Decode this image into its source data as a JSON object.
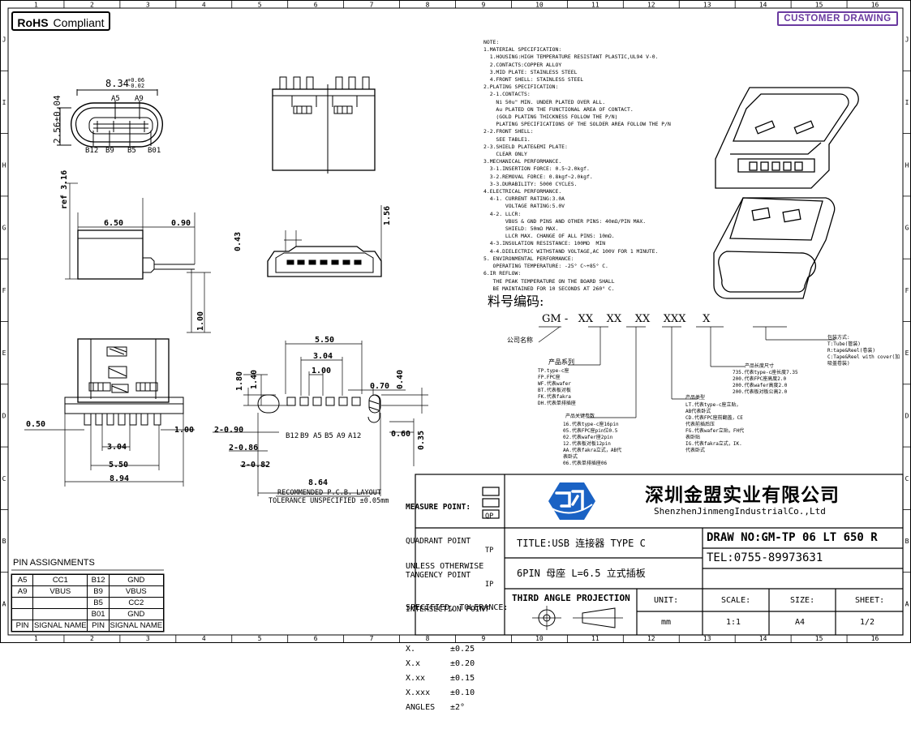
{
  "header": {
    "rohs_bold": "RoHS",
    "rohs_rest": "Compliant",
    "customer_drawing": "CUSTOMER DRAWING"
  },
  "frame": {
    "cols": [
      "1",
      "2",
      "3",
      "4",
      "5",
      "6",
      "7",
      "8",
      "9",
      "10",
      "11",
      "12",
      "13",
      "14",
      "15",
      "16"
    ],
    "rows": [
      "J",
      "I",
      "H",
      "G",
      "F",
      "E",
      "D",
      "C",
      "B",
      "A"
    ]
  },
  "top_view": {
    "width_dim": "8.34",
    "width_tol_plus": "+0.06",
    "width_tol_minus": "-0.02",
    "height_dim": "2.56±0.04",
    "top_pins": [
      "A5",
      "A9"
    ],
    "bottom_pins": [
      "B12",
      "B9",
      "B5",
      "B01"
    ]
  },
  "side_view": {
    "ref_dim": "ref 3.16",
    "dim_650": "6.50",
    "dim_090": "0.90",
    "dim_156": "1.56",
    "dim_100": "1.00"
  },
  "front_view": {
    "dim_043": "0.43"
  },
  "bottom_view": {
    "dim_050": "0.50",
    "dim_100": "1.00",
    "dim_304": "3.04",
    "dim_550": "5.50",
    "dim_894": "8.94"
  },
  "pcb_layout": {
    "dim_550": "5.50",
    "dim_304": "3.04",
    "dim_100": "1.00",
    "dim_180": "1.80",
    "dim_140": "1.40",
    "dim_070": "0.70",
    "dim_040": "0.40",
    "dim_060": "0.60",
    "dim_035": "0.35",
    "dim_2_090": "2-0.90",
    "dim_2_086": "2-0.86",
    "dim_2_082": "2-0.82",
    "dim_864": "8.64",
    "pins": [
      "B12",
      "B9",
      "A5",
      "B5",
      "A9",
      "A12"
    ],
    "label": "RECOMMENDED  P.C.B. LAYOUT",
    "tolerance": "TOLERANCE UNSPECIFIED ±0.05mm"
  },
  "notes": {
    "text": "NOTE:\n1.MATERIAL SPECIFICATION:\n  1.HOUSING:HIGH TEMPERATURE RESISTANT PLASTIC,UL94 V-0.\n  2.CONTACTS:COPPER ALLOY\n  3.MID PLATE: STAINLESS STEEL\n  4.FRONT SHELL: STAINLESS STEEL\n2.PLATING SPECIFICATION:\n  2-1.CONTACTS:\n    Ni 50u\" MIN. UNDER PLATED OVER ALL.\n    Au PLATED ON THE FUNCTIONAL AREA OF CONTACT.\n    (GOLD PLATING THICKNESS FOLLOW THE P/N)\n    PLATING SPECIFICATIONS OF THE SOLDER AREA FOLLOW THE P/N\n2-2.FRONT SHELL:\n    SEE TABLE1.\n2-3.SHIELD PLATE&EMI PLATE:\n    CLEAR ONLY\n3.MECHANICAL PERFORMANCE.\n  3-1.INSERTION FORCE: 0.5~2.0kgf.\n  3-2.REMOVAL FORCE: 0.8kgf~2.0kgf.\n  3-3.DURABILITY: 5000 CYCLES.\n4.ELECTRICAL PERFORMANCE.\n  4-1. CURRENT RATING:3.0A\n       VOLTAGE RATING:5.0V\n  4-2. LLCR:\n       VBUS & GND PINS AND OTHER PINS: 40mΩ/PIN MAX.\n       SHIELD: 50mΩ MAX.\n       LLCR MAX. CHANGE OF ALL PINS: 10mΩ.\n  4-3.INSULATION RESISTANCE: 100MΩ  MIN\n  4-4.DIELECTRIC WITHSTAND VOLTAGE,AC 100V FOR 1 MINUTE.\n5. ENVIRONMENTAL PERFORMANCE:\n   OPERATING TEMPERATURE: -25° C~+85° C.\n6.IR REFLOW:\n   THE PEAK TEMPERATURE ON THE BOARD SHALL\n   BE MAINTAINED FOR 10 SECONDS AT 260° C."
  },
  "part_number": {
    "title": "料号编码:",
    "code": "GM -   XX    XX    XX    XXX     X",
    "company_name": "公司名称",
    "series_title": "产品系列",
    "series_list": "TP.type-c座\nFP.FPC座\nWF.代表wafer\nBT.代表板对板\nFK.代表fakra\nDH.代表单排插座",
    "keyparam_title": "产品关键参数",
    "keyparam_list": "16.代表type-c座16pin\n05.代表FPC座pin位0.5\n02.代表wafer座2pin\n12.代表板对板12pin\nAA.代表fakra立式，AB代\n表卧式\n06.代表单排插座06",
    "type_title": "产品类型",
    "type_list": "LT.代表type-c座立贴，\nAB代表卧式\nCD.代表FPC座前翻盖，CE\n代表前插后压\nFG.代表wafer立贴，FH代\n表卧贴\nIG.代表fakra立式，IK.\n代表卧式",
    "length_title": "产品长度尺寸",
    "length_list": "735.代表type-c座长度7.35\n200.代表FPC座高度2.0\n200.代表wafer高度2.0\n200.代表板对板公高2.0",
    "pack_title": "包装方式:",
    "pack_list": "T:Tube(管装)\nR:tape&Reel(卷装)\nC:Tape&Reel with cover(加\n吸盖卷装)"
  },
  "legend": {
    "measure": "MEASURE POINT:",
    "quadrant": "QUADRANT POINT",
    "quadrant_code": "QP",
    "tangency": "TANGENCY POINT",
    "tangency_code": "TP",
    "intersection": "INTERSECTION POINT",
    "intersection_code": "IP"
  },
  "company": {
    "name_cn": "深圳金盟实业有限公司",
    "name_en": "ShenzhenJinmengIndustrialCo.,Ltd",
    "brand_color": "#1a62c4"
  },
  "title_block": {
    "unless": "UNLESS OTHERWISE",
    "specified": "SPECIFIED, TOLERANCE:",
    "tolerances": [
      {
        "label": "X.",
        "value": "±0.25"
      },
      {
        "label": "X.x",
        "value": "±0.20"
      },
      {
        "label": "X.xx",
        "value": "±0.15"
      },
      {
        "label": "X.xxx",
        "value": "±0.10"
      },
      {
        "label": "ANGLES",
        "value": "±2°"
      }
    ],
    "title_line1": "TITLE:USB 连接器 TYPE C",
    "title_line2": "6PIN 母座 L=6.5 立式插板",
    "draw_no": "DRAW NO:GM-TP 06 LT 650 R",
    "tel": "TEL:0755-89973631",
    "projection": "THIRD ANGLE PROJECTION",
    "unit_label": "UNIT:",
    "unit_value": "mm",
    "scale_label": "SCALE:",
    "scale_value": "1:1",
    "size_label": "SIZE:",
    "size_value": "A4",
    "sheet_label": "SHEET:",
    "sheet_value": "1/2"
  },
  "pin_assignments": {
    "title": "PIN ASSIGNMENTS",
    "rows": [
      [
        "A5",
        "CC1",
        "B12",
        "GND"
      ],
      [
        "A9",
        "VBUS",
        "B9",
        "VBUS"
      ],
      [
        "",
        "",
        "B5",
        "CC2"
      ],
      [
        "",
        "",
        "B01",
        "GND"
      ]
    ],
    "header": [
      "PIN",
      "SIGNAL NAME",
      "PIN",
      "SIGNAL NAME"
    ]
  }
}
